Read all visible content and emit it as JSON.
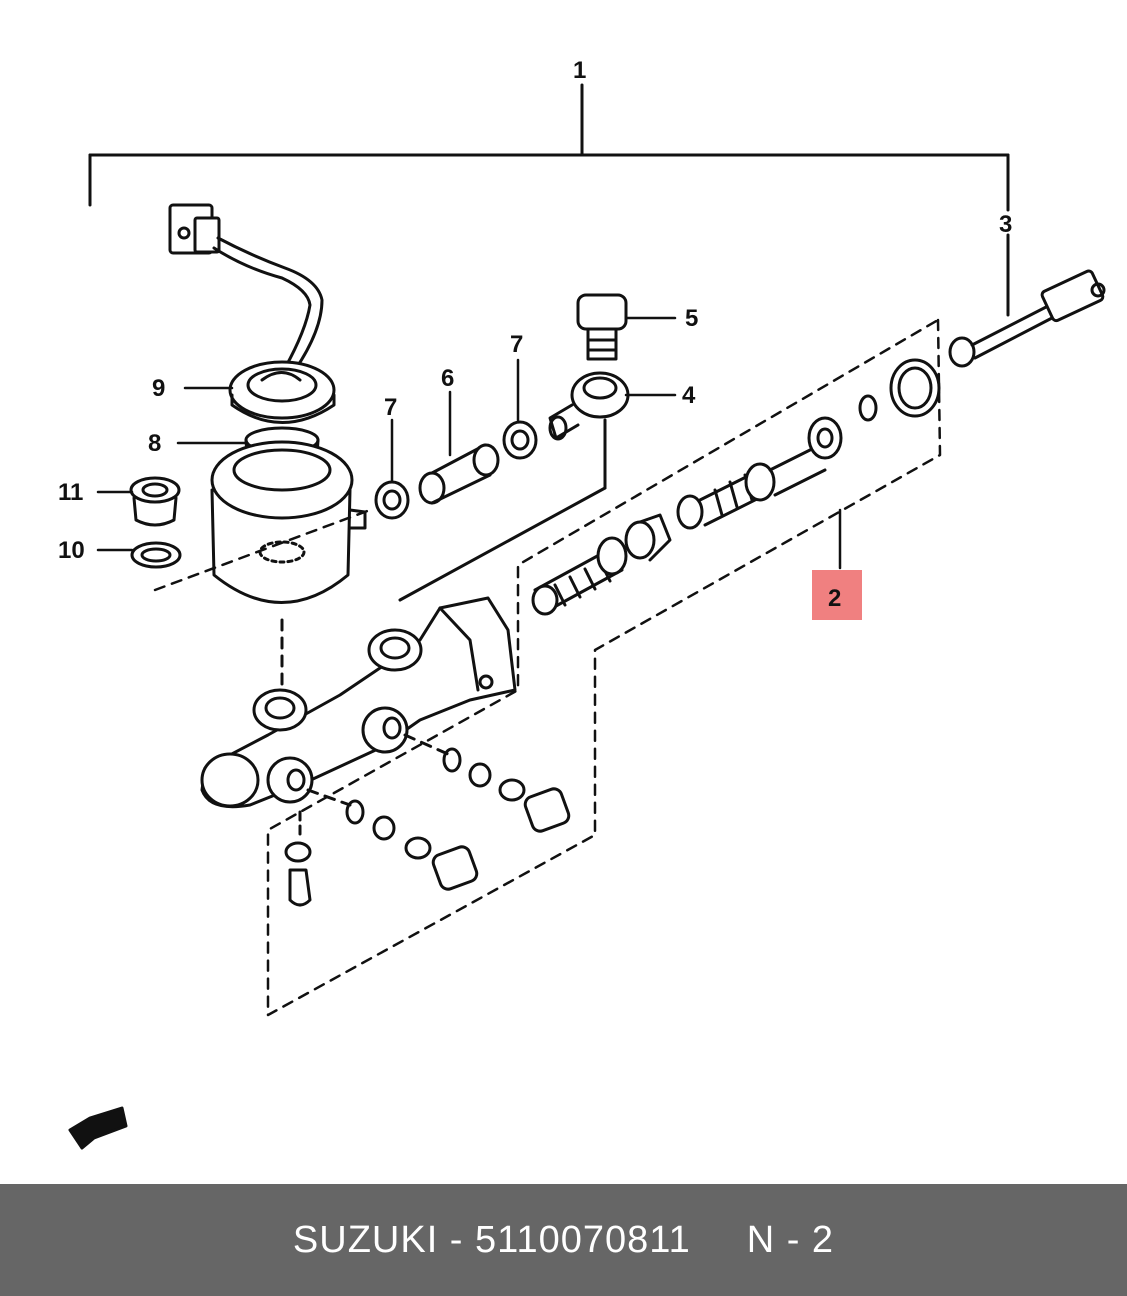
{
  "callouts": {
    "c1": "1",
    "c2": "2",
    "c3": "3",
    "c4": "4",
    "c5": "5",
    "c6": "6",
    "c7a": "7",
    "c7b": "7",
    "c8": "8",
    "c9": "9",
    "c10": "10",
    "c11": "11"
  },
  "highlight_color": "#f08080",
  "footer": {
    "brand_part": "SUZUKI - 5110070811",
    "position": "N - 2"
  }
}
